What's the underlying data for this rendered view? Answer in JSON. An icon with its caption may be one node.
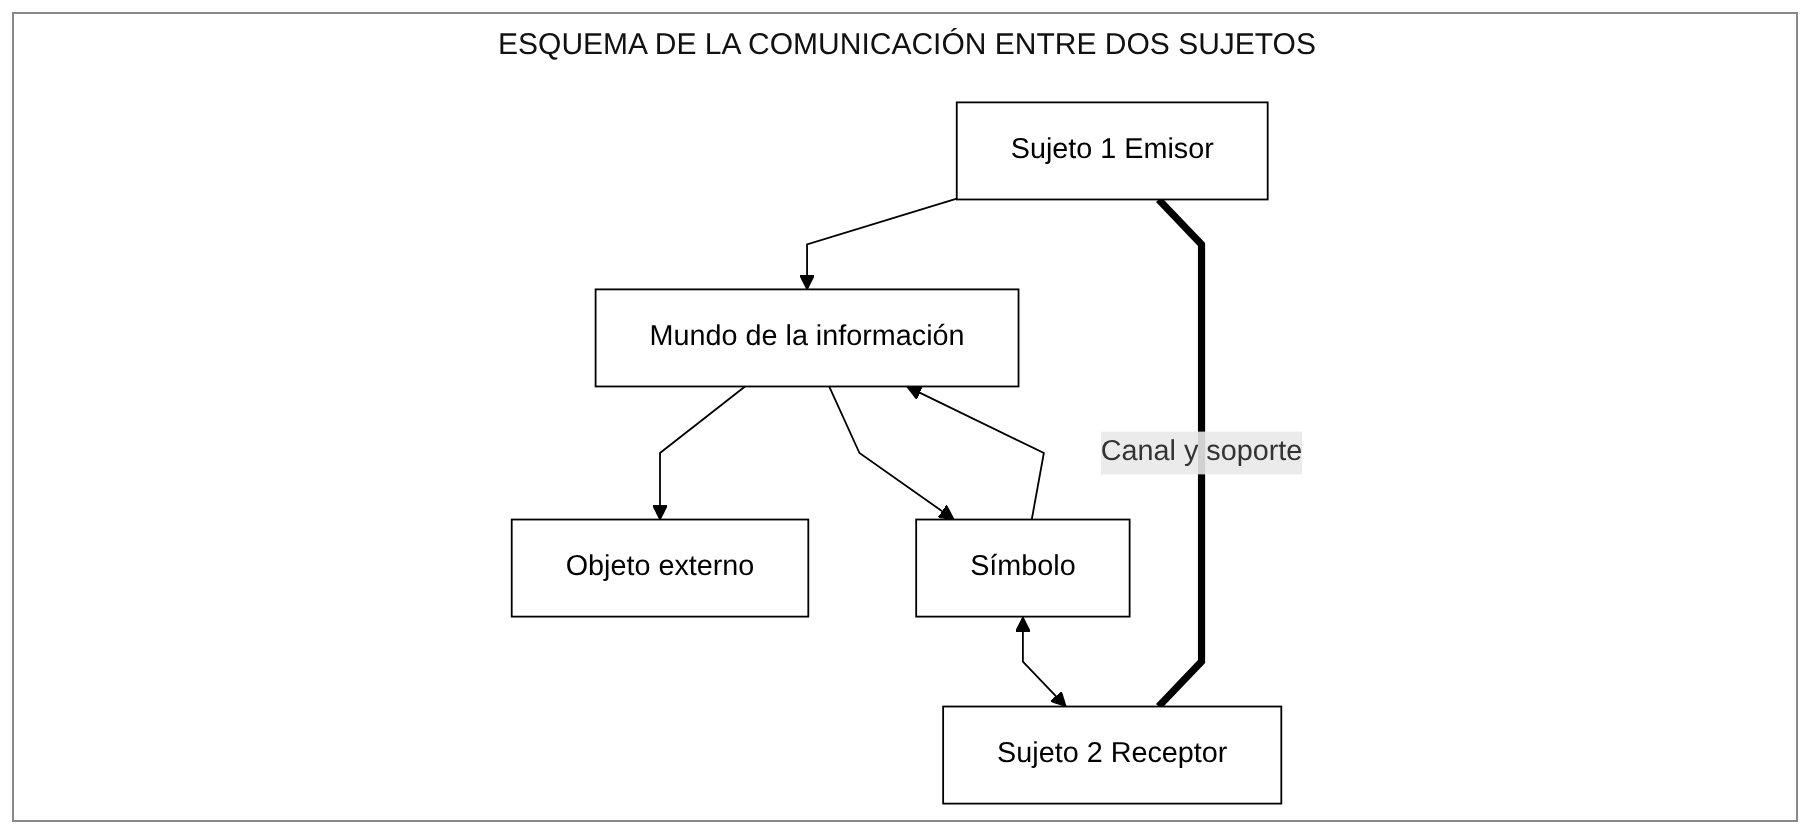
{
  "diagram": {
    "title": "ESQUEMA DE LA COMUNICACIÓN ENTRE DOS SUJETOS",
    "nodes": [
      {
        "text": [
          "Mundo de la información"
        ]
      },
      {
        "text": [
          "Objeto externo"
        ]
      },
      {
        "text": [
          "Sujeto 1 Emisor"
        ]
      },
      {
        "text": [
          "Símbolo"
        ]
      },
      {
        "text": [
          "Sujeto 2 Receptor"
        ]
      }
    ],
    "edges": [
      {
        "from": 2,
        "to": 0,
        "arrow": "to"
      },
      {
        "from": 0,
        "to": 1,
        "arrow": "to"
      },
      {
        "from": 0,
        "to": 3,
        "arrow": "to"
      },
      {
        "from": 3,
        "to": 0,
        "arrow": "to"
      },
      {
        "from": 3,
        "to": 4,
        "arrow": "both"
      },
      {
        "from": 2,
        "to": 4,
        "arrow": "none",
        "style": "thick",
        "label": "Canal y soporte"
      }
    ]
  }
}
